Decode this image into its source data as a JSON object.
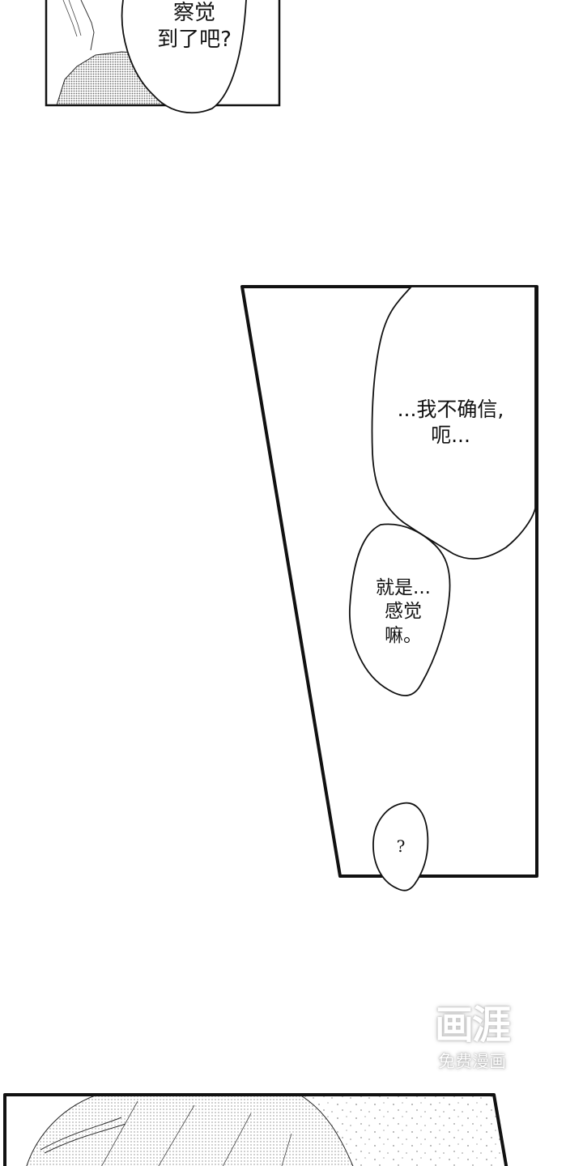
{
  "comic": {
    "panels": [
      {
        "id": "panel-top",
        "description": "partial panel, character shoulder with screentone"
      },
      {
        "id": "panel-middle",
        "description": "trapezoid panel with speech bubbles"
      },
      {
        "id": "panel-bottom",
        "description": "partial panel, character hair with screentone and sparkle dots"
      }
    ],
    "bubbles": [
      {
        "text": "察觉\n到了吧?"
      },
      {
        "text": "...我不确信,\n呃..."
      },
      {
        "text": "就是...\n感觉\n嘛。"
      },
      {
        "text": "?"
      }
    ],
    "watermark": {
      "logo": "画涯",
      "subtitle": "免费漫画"
    },
    "colors": {
      "ink": "#000000",
      "paper": "#ffffff",
      "screentone": "#9c9c9c",
      "watermark_shadow": "#b0b0b0"
    }
  }
}
